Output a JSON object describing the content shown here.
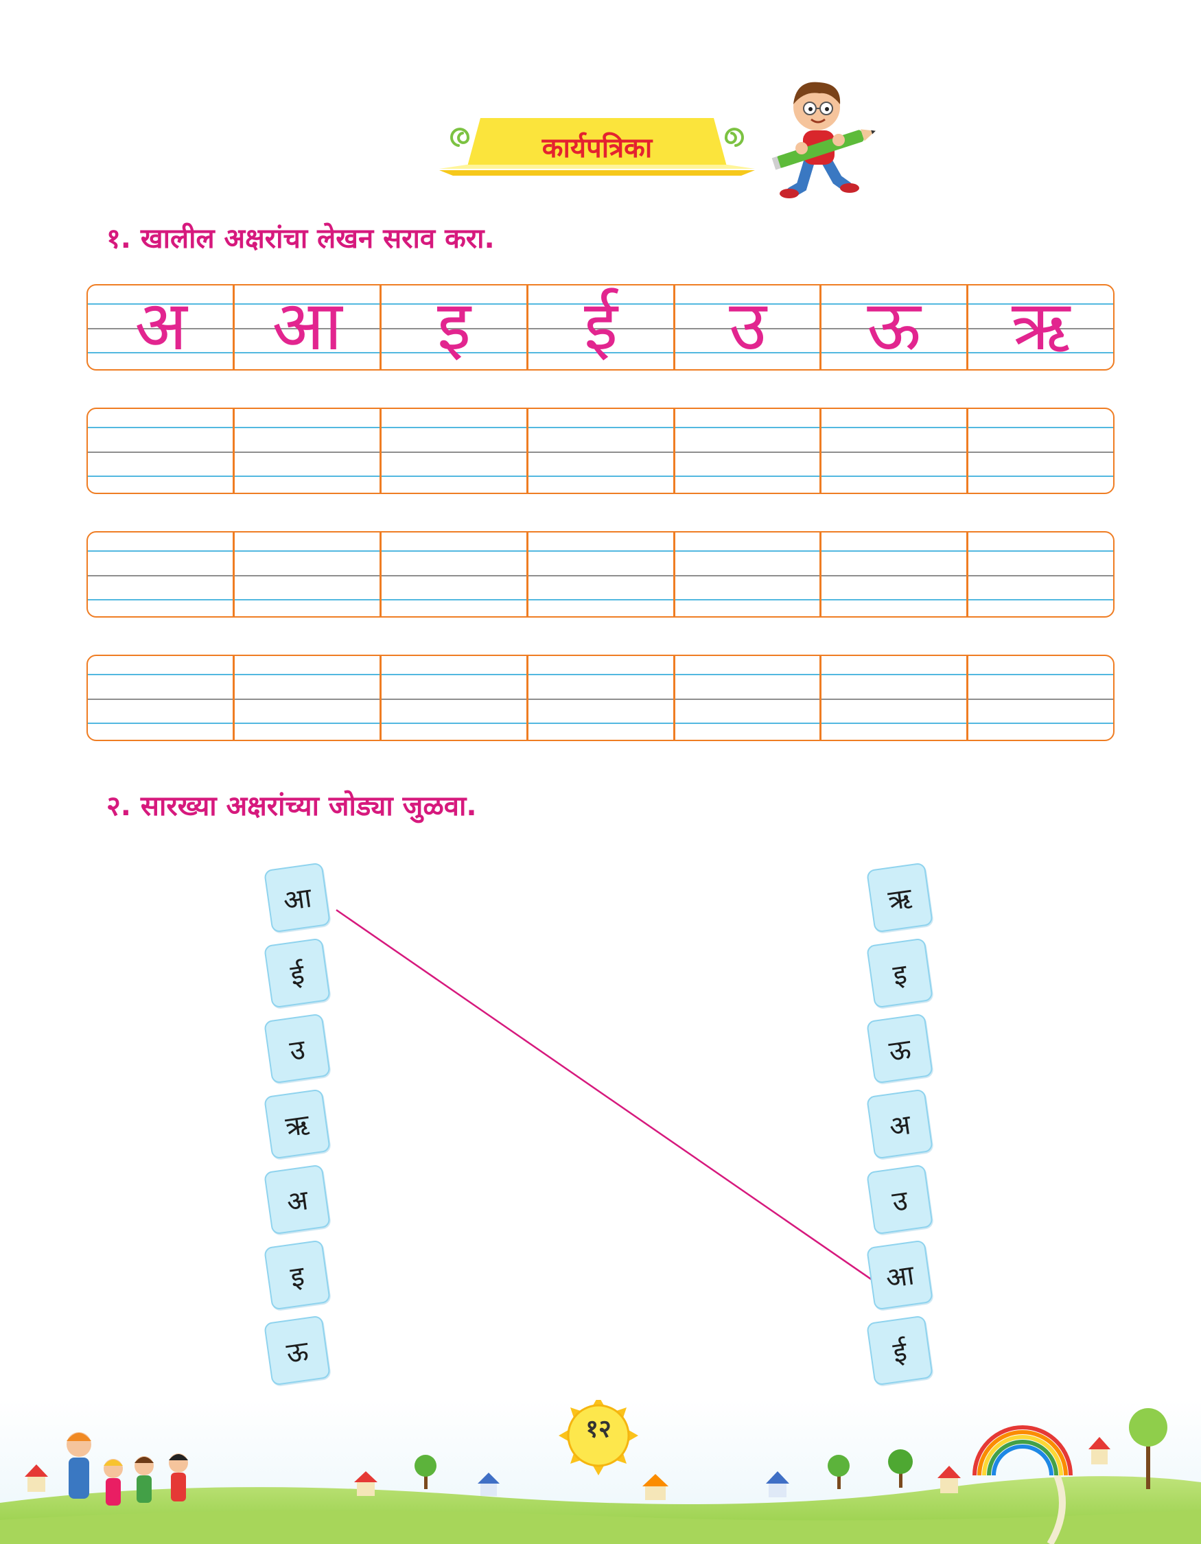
{
  "title": "कार्यपत्रिका",
  "section1": {
    "heading": "१. खालील अक्षरांचा लेखन सराव करा.",
    "letters": [
      "अ",
      "आ",
      "इ",
      "ई",
      "उ",
      "ऊ",
      "ऋ"
    ]
  },
  "section2": {
    "heading": "२. सारख्या अक्षरांच्या जोड्या जुळवा.",
    "left": [
      "आ",
      "ई",
      "उ",
      "ऋ",
      "अ",
      "इ",
      "ऊ"
    ],
    "right": [
      "ऋ",
      "इ",
      "ऊ",
      "अ",
      "उ",
      "आ",
      "ई"
    ],
    "example_match": {
      "left_index": 0,
      "right_index": 5
    }
  },
  "page_number": "१२",
  "colors": {
    "heading": "#d6197d",
    "title": "#e4222f",
    "banner": "#fbe43c",
    "grid_border": "#ef7d23",
    "guide_blue": "#52b8e0",
    "tile": "#cdeef9",
    "match_line": "#d6197d"
  }
}
